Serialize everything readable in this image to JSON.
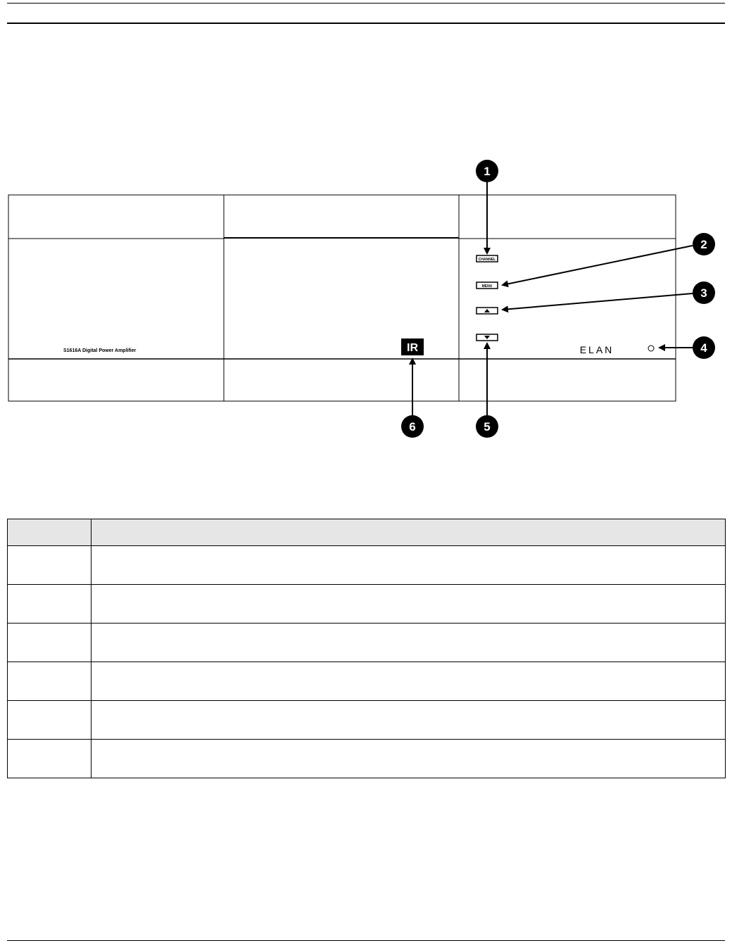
{
  "panel": {
    "model_label": "S1616A Digital Power Amplifier",
    "ir_label": "IR",
    "brand_label": "ELAN",
    "buttons": [
      {
        "id": "channel",
        "label": "CHANNEL"
      },
      {
        "id": "menu",
        "label": "MENU"
      },
      {
        "id": "up",
        "label": "▲"
      },
      {
        "id": "down",
        "label": "▼"
      }
    ]
  },
  "callouts": [
    "1",
    "2",
    "3",
    "4",
    "5",
    "6"
  ],
  "table": {
    "headers": [
      "",
      ""
    ],
    "rows": [
      [
        "",
        ""
      ],
      [
        "",
        ""
      ],
      [
        "",
        ""
      ],
      [
        "",
        ""
      ],
      [
        "",
        ""
      ],
      [
        "",
        ""
      ]
    ]
  }
}
